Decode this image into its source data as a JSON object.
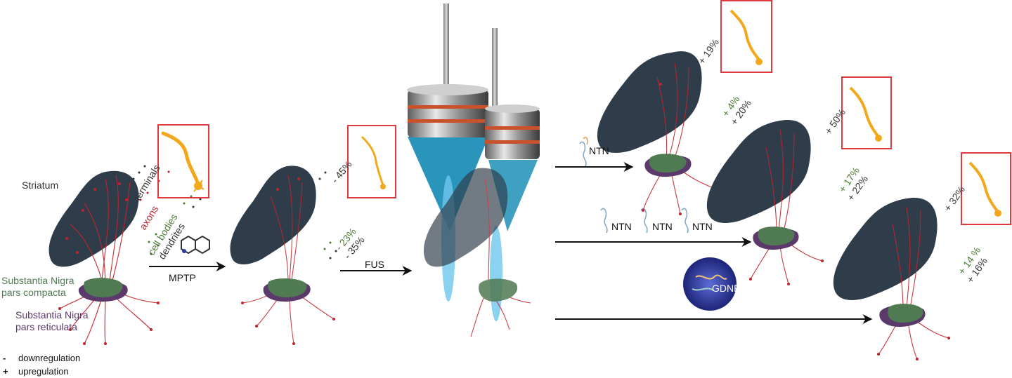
{
  "colors": {
    "striatum": "#2f3d4a",
    "axons": "#c0232b",
    "nigra_compacta": "#4f7a52",
    "nigra_reticulata": "#5b3a6b",
    "ultrasound_beam": "#1f8fb7",
    "neuron": "#f3a81c",
    "callout_box": "#e0393e",
    "cell_bodies_text": "#4a7a34",
    "gdnf_protein": "#23318f"
  },
  "labels": {
    "striatum": "Striatum",
    "snc_line1": "Substantia Nigra",
    "snc_line2": "pars compacta",
    "snr_line1": "Substantia Nigra",
    "snr_line2": "pars reticulata",
    "terminals": "terminals",
    "axons": "axons",
    "cell_bodies": "cell bodies",
    "dendrites": "dendrites"
  },
  "arrows": {
    "mptp": "MPTP",
    "fus": "FUS",
    "ntn": "NTN",
    "gdnf": "GDNF"
  },
  "legend": [
    {
      "symbol": "-",
      "text": "downregulation"
    },
    {
      "symbol": "+",
      "text": "upregulation"
    }
  ],
  "changes": {
    "mptp": {
      "terminals": "- 45%",
      "cell_bodies": "- 23%",
      "dendrites": "- 35%"
    },
    "ntn_single": {
      "terminals": "+ 19%",
      "cell_bodies": "+ 4%",
      "dendrites": "+ 20%"
    },
    "ntn_triple": {
      "terminals": "+ 50%",
      "cell_bodies": "+ 17%",
      "dendrites": "+ 22%"
    },
    "gdnf": {
      "terminals": "+ 32%",
      "cell_bodies": "+ 14 %",
      "dendrites": "+ 16%"
    }
  }
}
